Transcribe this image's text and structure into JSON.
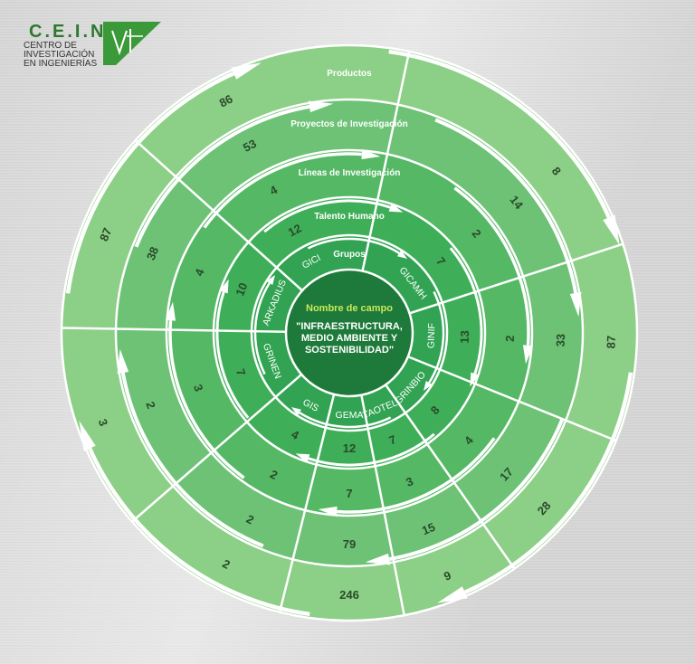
{
  "logo": {
    "title": "C.E.I.N",
    "line1": "CENTRO DE",
    "line2": "INVESTIGACIÓN",
    "line3": "EN INGENIERÍAS"
  },
  "center": {
    "title": "Nombre de campo",
    "line1": "\"INFRAESTRUCTURA,",
    "line2": "MEDIO AMBIENTE Y",
    "line3": "SOSTENIBILIDAD\""
  },
  "rings": [
    {
      "label": "Grupos"
    },
    {
      "label": "Talento Humano"
    },
    {
      "label": "Líneas de Investigación"
    },
    {
      "label": "Proyectos de Investigación"
    },
    {
      "label": "Productos"
    }
  ],
  "groups": [
    {
      "name": "GICAMH",
      "talento": "7",
      "lineas": "2",
      "proyectos": "14",
      "productos": "8"
    },
    {
      "name": "GINIF",
      "talento": "13",
      "lineas": "2",
      "proyectos": "33",
      "productos": "87"
    },
    {
      "name": "GRINBIO",
      "talento": "8",
      "lineas": "4",
      "proyectos": "17",
      "productos": "28"
    },
    {
      "name": "TAOTEL",
      "talento": "7",
      "lineas": "3",
      "proyectos": "15",
      "productos": "9"
    },
    {
      "name": "GEMA",
      "talento": "12",
      "lineas": "7",
      "proyectos": "79",
      "productos": "246"
    },
    {
      "name": "GIS",
      "talento": "4",
      "lineas": "2",
      "proyectos": "2",
      "productos": "2"
    },
    {
      "name": "GRINEN",
      "talento": "7",
      "lineas": "3",
      "proyectos": "2",
      "productos": "3"
    },
    {
      "name": "ARKADIUS",
      "talento": "10",
      "lineas": "4",
      "proyectos": "38",
      "productos": "87"
    },
    {
      "name": "GICI",
      "talento": "12",
      "lineas": "4",
      "proyectos": "53",
      "productos": "86"
    }
  ],
  "colors": {
    "ring_inner": "#31a352",
    "ring_talento": "#3fae58",
    "ring_lineas": "#55b865",
    "ring_proyectos": "#6dc276",
    "ring_productos": "#8ccf86",
    "center": "#1e7a3a",
    "arrow": "#ffffff"
  }
}
